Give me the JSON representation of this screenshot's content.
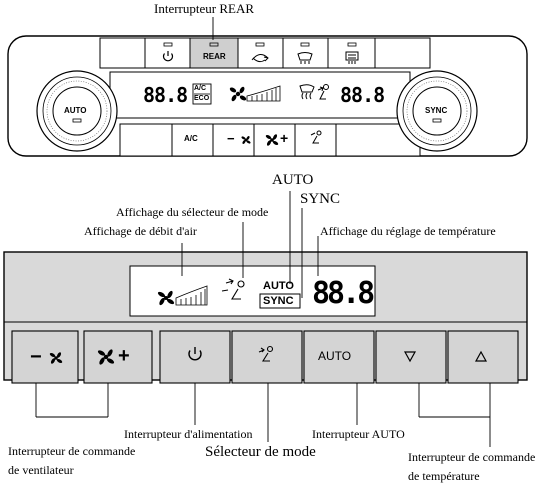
{
  "callouts": {
    "rear_switch": "Interrupteur REAR",
    "auto": "AUTO",
    "sync": "SYNC",
    "mode_display": "Affichage du sélecteur de mode",
    "airflow_display": "Affichage de débit d'air",
    "temp_display": "Affichage du réglage de température",
    "fan_switch_line1": "Interrupteur de commande",
    "fan_switch_line2": "de ventilateur",
    "power_switch": "Interrupteur d'alimentation",
    "mode_selector": "Sélecteur de mode",
    "auto_switch": "Interrupteur AUTO",
    "temp_switch_line1": "Interrupteur de commande",
    "temp_switch_line2": "de température"
  },
  "top_panel": {
    "rear_label": "REAR",
    "ac_eco_top": "A/C",
    "ac_eco_bottom": "ECO",
    "temp_left": "88.8",
    "temp_right": "88.8",
    "dial_left": "AUTO",
    "dial_right": "SYNC",
    "ac_button": "A/C",
    "fan_minus": "−",
    "fan_plus": "+"
  },
  "bottom_panel": {
    "display_auto": "AUTO",
    "display_sync": "SYNC",
    "display_temp": "88.8",
    "fan_minus": "−",
    "fan_plus": "+",
    "auto_button": "AUTO"
  },
  "icons": [
    "power-icon",
    "recirculation-icon",
    "defrost-icon",
    "rear-defrost-icon",
    "fan-icon",
    "airflow-mode-icon",
    "windshield-defrost-icon",
    "down-triangle-icon",
    "up-triangle-icon"
  ]
}
